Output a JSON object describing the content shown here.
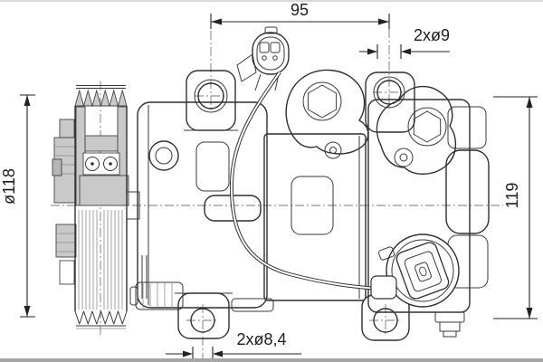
{
  "page": {
    "background": "#ffffff",
    "top_edge_color": "#d9d9d9",
    "bottom_edge_color": "#a6a6a6"
  },
  "drawing": {
    "subject": "ac-compressor-with-clutch-pulley-technical-drawing",
    "line_color": "#2f2f2f",
    "section_fill": "#c9c9c9",
    "annotations": {
      "top_width": {
        "label": "95",
        "orientation": "horizontal"
      },
      "top_holes": {
        "label": "2xø9",
        "orientation": "horizontal"
      },
      "pulley_diameter": {
        "label": "ø118",
        "orientation": "vertical"
      },
      "body_height": {
        "label": "119",
        "orientation": "vertical"
      },
      "bottom_holes": {
        "label": "2xø8,4",
        "orientation": "horizontal"
      }
    }
  }
}
